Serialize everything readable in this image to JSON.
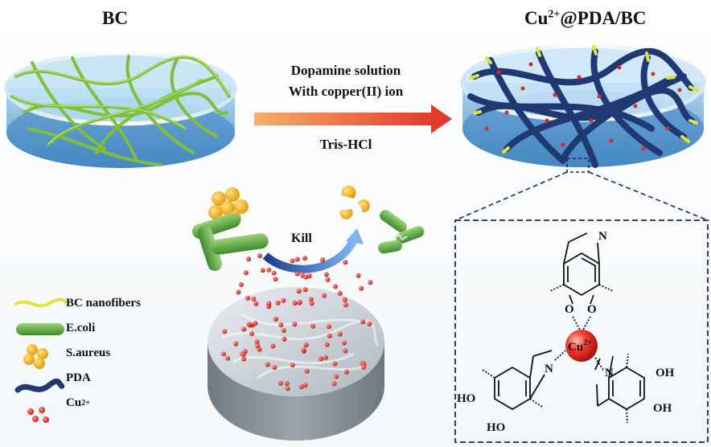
{
  "titles": {
    "left": "BC",
    "right_base": "Cu",
    "right_sup": "2+",
    "right_rest": "@PDA/BC"
  },
  "process": {
    "line1": "Dopamine solution",
    "line2": "With copper(II) ion",
    "line3": "Tris-HCl"
  },
  "kill_label": "Kill",
  "legend": [
    {
      "label": "BC nanofibers",
      "icon": "yellow-fiber-icon"
    },
    {
      "label": "E.coli",
      "icon": "rod-bacterium-icon"
    },
    {
      "label": "S.aureus",
      "icon": "coccus-cluster-icon"
    },
    {
      "label": "PDA",
      "icon": "pda-chain-icon"
    },
    {
      "label": "Cu",
      "sup": "2+",
      "icon": "copper-ion-icon"
    }
  ],
  "chemistry": {
    "center_ion": "Cu",
    "center_ion_sup": "2+",
    "atoms": {
      "n": "N",
      "o": "O",
      "oh": "OH",
      "ho": "HO"
    }
  },
  "colors": {
    "arrow_start": "#f4a05a",
    "arrow_end": "#e63a2e",
    "bc_fiber": "#7fbf3a",
    "pda": "#1f3a73",
    "copper": "#e0271d",
    "dish_water": "#5e9fd0",
    "zoom_box": "#1b2a55"
  }
}
